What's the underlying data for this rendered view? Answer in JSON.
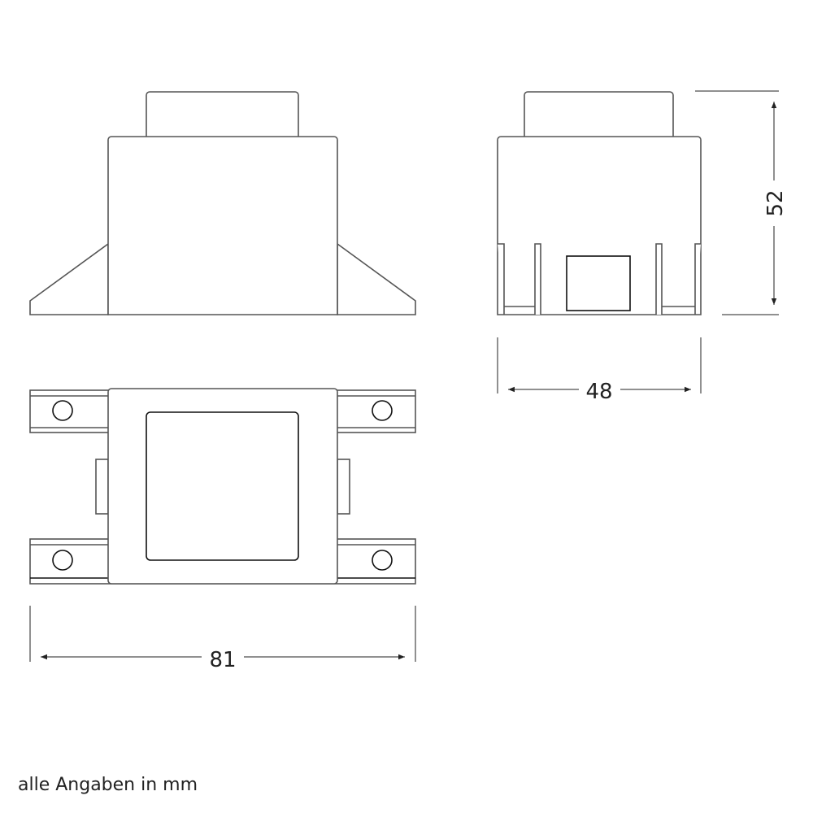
{
  "dimensions": {
    "height": "52",
    "depth": "48",
    "width": "81"
  },
  "footnote": "alle Angaben in mm",
  "colors": {
    "line": "#555555",
    "dimension": "#222222"
  }
}
